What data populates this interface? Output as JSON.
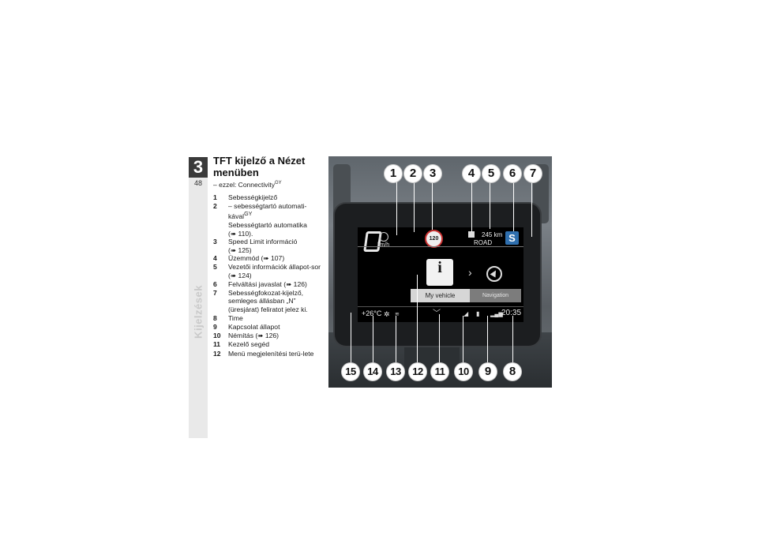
{
  "chapter": {
    "number": "3",
    "page": "48",
    "title": "Kijelzések"
  },
  "section": {
    "title": "TFT kijelző a Nézet menüben",
    "prerequisite": {
      "dash": "–",
      "text": "ezzel: Connectivity",
      "sup": "GY"
    }
  },
  "legend": [
    {
      "num": "1",
      "text": "Sebességkijelző"
    },
    {
      "num": "2",
      "text": "– sebességtartó automati-kával",
      "sup": "GY",
      "extra": [
        "Sebességtartó automatika",
        "(➠ 110)."
      ]
    },
    {
      "num": "3",
      "text": "Speed Limit információ",
      "extra": [
        "(➠ 125)"
      ]
    },
    {
      "num": "4",
      "text": "Üzemmód  (➠ 107)"
    },
    {
      "num": "5",
      "text": "Vezetői információk állapot-sor  (➠ 124)"
    },
    {
      "num": "6",
      "text": "Felváltási javaslat  (➠ 126)"
    },
    {
      "num": "7",
      "text": "Sebességfokozat-kijelző, semleges állásban „N” (üresjárat) feliratot jelez ki."
    },
    {
      "num": "8",
      "text": "Time"
    },
    {
      "num": "9",
      "text": "Kapcsolat állapot"
    },
    {
      "num": "10",
      "text": "Némítás  (➠ 126)"
    },
    {
      "num": "11",
      "text": "Kezelő segéd"
    },
    {
      "num": "12",
      "text": "Menü megjelenítési terü-lete"
    }
  ],
  "display": {
    "speed_unit": "km/h",
    "speed_limit": "120",
    "range": "245 km",
    "mode": "ROAD",
    "gear": "S",
    "info_glyph": "i",
    "chevron": "›",
    "tab_my_vehicle": "My vehicle",
    "tab_navigation": "Navigation",
    "temperature": "+26°C",
    "time": "20:35",
    "icons": {
      "sun": "sun-icon",
      "heated_grips": "heated-grip-icon",
      "mute": "mute-icon",
      "connection": "connection-icon",
      "signal": "signal-icon",
      "fuel": "fuel-icon",
      "navigation": "navigation-icon"
    }
  },
  "callouts_top": [
    "1",
    "2",
    "3",
    "4",
    "5",
    "6",
    "7"
  ],
  "callouts_bottom": [
    "15",
    "14",
    "13",
    "12",
    "11",
    "10",
    "9",
    "8"
  ],
  "colors": {
    "gear_box": "#2f6fae",
    "limit_ring": "#cc3333",
    "chapter_tab": "#3a3a3a"
  }
}
